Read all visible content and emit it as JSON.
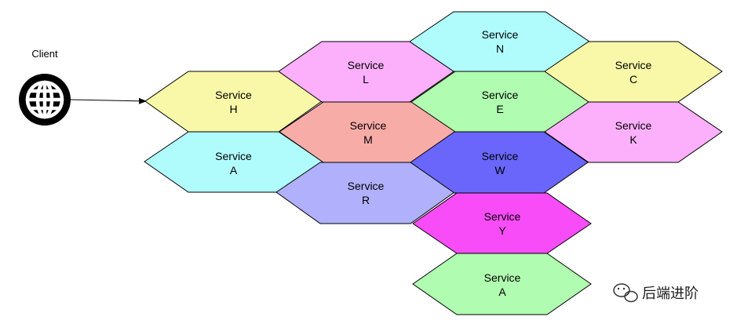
{
  "client": {
    "label": "Client",
    "icon": "globe-icon"
  },
  "services": [
    {
      "id": "h",
      "line1": "Service",
      "line2": "H",
      "color": "#f8f8a8"
    },
    {
      "id": "a-left",
      "line1": "Service",
      "line2": "A",
      "color": "#b0fcfc"
    },
    {
      "id": "l",
      "line1": "Service",
      "line2": "L",
      "color": "#fcb0fc"
    },
    {
      "id": "m",
      "line1": "Service",
      "line2": "M",
      "color": "#f8aca8"
    },
    {
      "id": "r",
      "line1": "Service",
      "line2": "R",
      "color": "#b0b0fc"
    },
    {
      "id": "n",
      "line1": "Service",
      "line2": "N",
      "color": "#b0fcfc"
    },
    {
      "id": "e",
      "line1": "Service",
      "line2": "E",
      "color": "#b0fcb0"
    },
    {
      "id": "w",
      "line1": "Service",
      "line2": "W",
      "color": "#6a66fc"
    },
    {
      "id": "y",
      "line1": "Service",
      "line2": "Y",
      "color": "#f84cf8"
    },
    {
      "id": "a-bottom",
      "line1": "Service",
      "line2": "A",
      "color": "#b0fcb0"
    },
    {
      "id": "c",
      "line1": "Service",
      "line2": "C",
      "color": "#f8f8a8"
    },
    {
      "id": "k",
      "line1": "Service",
      "line2": "K",
      "color": "#fcb0fc"
    }
  ],
  "watermark": {
    "text": "后端进阶",
    "icon": "wechat-icon"
  }
}
